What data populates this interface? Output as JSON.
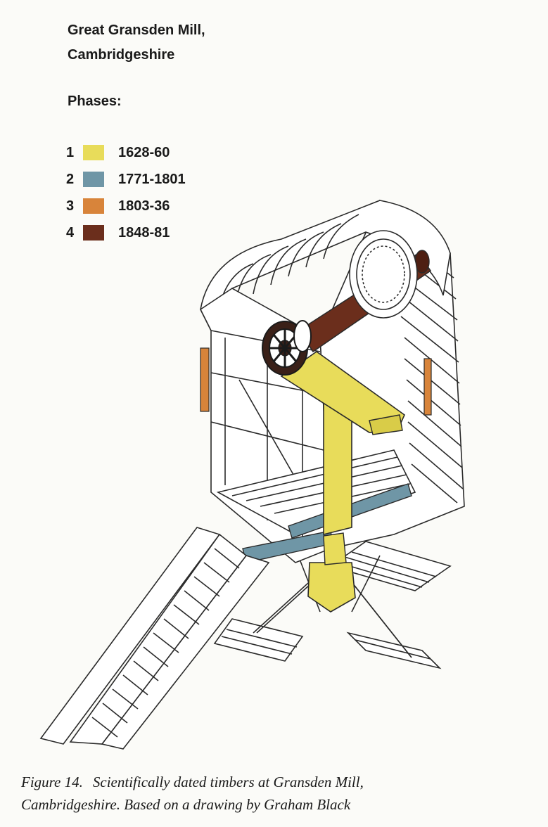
{
  "heading": {
    "line1": "Great Gransden Mill,",
    "line2": "Cambridgeshire"
  },
  "legend": {
    "title": "Phases:",
    "items": [
      {
        "number": "1",
        "dates": "1628-60",
        "color": "#e8dc5a"
      },
      {
        "number": "2",
        "dates": "1771-1801",
        "color": "#6f96a6"
      },
      {
        "number": "3",
        "dates": "1803-36",
        "color": "#d8843a"
      },
      {
        "number": "4",
        "dates": "1848-81",
        "color": "#6b2e1c"
      }
    ]
  },
  "caption": {
    "label": "Figure 14.",
    "line1": "Scientifically dated timbers at Gransden Mill,",
    "line2": "Cambridgeshire. Based on a drawing by Graham Black"
  }
}
